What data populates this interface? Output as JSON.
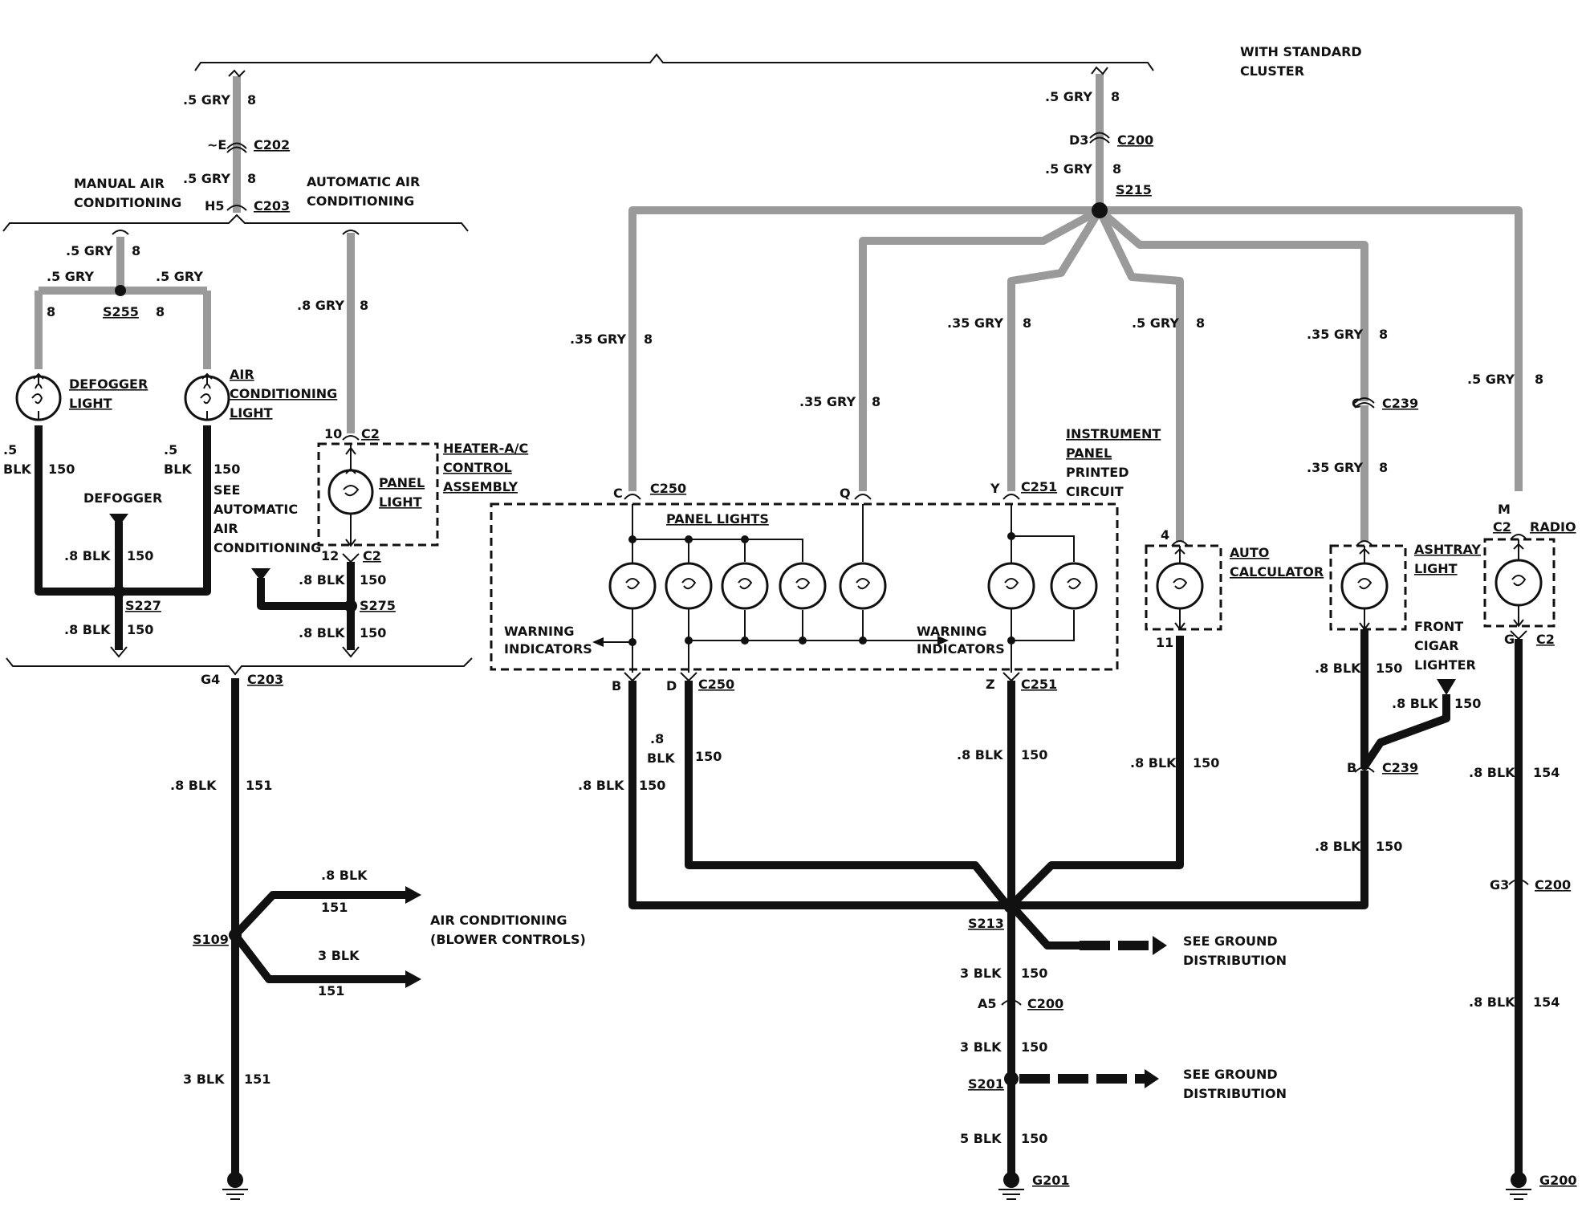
{
  "header": {
    "cluster_note_1": "WITH STANDARD",
    "cluster_note_2": "CLUSTER"
  },
  "sections": {
    "manual_1": "MANUAL AIR",
    "manual_2": "CONDITIONING",
    "auto_1": "AUTOMATIC AIR",
    "auto_2": "CONDITIONING"
  },
  "connectors": {
    "c202": "C202",
    "c202_pin": "~E",
    "c203_top": "C203",
    "c203_top_pin": "H5",
    "c200_top": "C200",
    "c200_top_pin": "D3",
    "c2_heater_top": "C2",
    "c2_heater_top_pin": "10",
    "c2_heater_bot": "C2",
    "c2_heater_bot_pin": "12",
    "c250_top": "C250",
    "c250_top_pin": "C",
    "c251_top": "C251",
    "c251_top_q": "Q",
    "c251_top_y": "Y",
    "c239_top": "C239",
    "c239_top_pin": "C",
    "c2_radio_top": "C2",
    "c2_radio_top_pin": "M",
    "c2_radio_bot": "C2",
    "c2_radio_bot_pin": "G",
    "c203_bot": "C203",
    "c203_bot_pin": "G4",
    "c250_bot": "C250",
    "c250_bot_b": "B",
    "c250_bot_d": "D",
    "c251_bot": "C251",
    "c251_bot_pin": "Z",
    "auto_calc_top_pin": "4",
    "auto_calc_bot_pin": "11",
    "c239_bot": "C239",
    "c239_bot_pin": "B",
    "c200_radio": "C200",
    "c200_radio_pin": "G3",
    "c200_bot": "C200",
    "c200_bot_pin": "A5"
  },
  "splices": {
    "s215": "S215",
    "s255": "S255",
    "s227": "S227",
    "s275": "S275",
    "s109": "S109",
    "s213": "S213",
    "s201": "S201"
  },
  "grounds": {
    "g201": "G201",
    "g200": "G200"
  },
  "wires": {
    "gry_5": ".5 GRY",
    "gry_35": ".35 GRY",
    "gry_8": ".8 GRY",
    "blk_5": ".5",
    "blk_blk": "BLK",
    "blk_8": ".8 BLK",
    "blk_8s": ".8",
    "blk_3": "3 BLK",
    "blk_5big": "5 BLK",
    "blk_8blk_nodot": ".8 BLK",
    "ckt_8": "8",
    "ckt_150": "150",
    "ckt_151": "151",
    "ckt_154": "154"
  },
  "components": {
    "defogger_1": "DEFOGGER",
    "defogger_2": "LIGHT",
    "ac_1": "AIR",
    "ac_2": "CONDITIONING",
    "ac_3": "LIGHT",
    "defogger_label": "DEFOGGER",
    "see_1": "SEE",
    "see_2": "AUTOMATIC",
    "see_3": "AIR",
    "see_4": "CONDITIONING",
    "panel_1": "PANEL",
    "panel_2": "LIGHT",
    "heater_1": "HEATER-A/C",
    "heater_2": "CONTROL",
    "heater_3": "ASSEMBLY",
    "panel_lights": "PANEL LIGHTS",
    "warn_l1": "WARNING",
    "warn_l2": "INDICATORS",
    "warn_r1": "WARNING",
    "warn_r2": "INDICATORS",
    "ipc_1": "INSTRUMENT",
    "ipc_2": "PANEL",
    "ipc_3": "PRINTED",
    "ipc_4": "CIRCUIT",
    "auto_calc_1": "AUTO",
    "auto_calc_2": "CALCULATOR",
    "ashtray_1": "ASHTRAY",
    "ashtray_2": "LIGHT",
    "radio": "RADIO",
    "cigar_1": "FRONT",
    "cigar_2": "CIGAR",
    "cigar_3": "LIGHTER",
    "blower_1": "AIR CONDITIONING",
    "blower_2": "(BLOWER CONTROLS)",
    "ground_dist_1": "SEE GROUND",
    "ground_dist_2": "DISTRIBUTION"
  }
}
